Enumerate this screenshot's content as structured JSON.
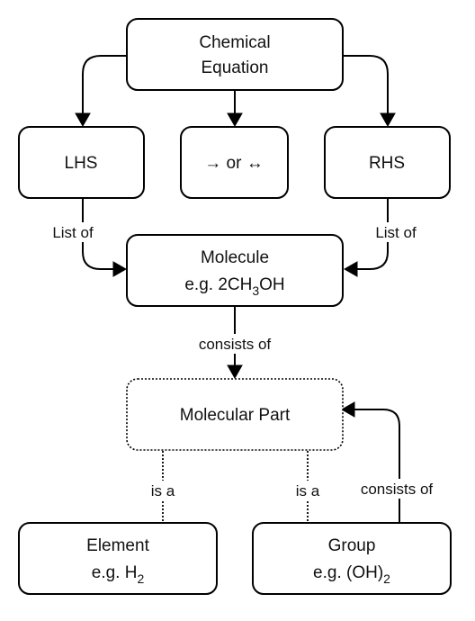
{
  "nodes": {
    "chemical_equation": {
      "line1": "Chemical",
      "line2": "Equation"
    },
    "lhs": {
      "label": "LHS"
    },
    "arrow_symbols": {
      "label": "→ or ↔"
    },
    "rhs": {
      "label": "RHS"
    },
    "molecule": {
      "line1": "Molecule",
      "example_prefix": "e.g. 2CH",
      "example_sub": "3",
      "example_suffix": "OH"
    },
    "molecular_part": {
      "label": "Molecular Part"
    },
    "element": {
      "line1": "Element",
      "example_prefix": "e.g. H",
      "example_sub": "2"
    },
    "group": {
      "line1": "Group",
      "example_prefix": "e.g. (OH)",
      "example_sub": "2"
    }
  },
  "edges": {
    "lhs_to_molecule": "List of",
    "rhs_to_molecule": "List of",
    "molecule_to_part": "consists of",
    "element_is_a": "is a",
    "group_is_a": "is a",
    "group_consists_of": "consists of"
  }
}
